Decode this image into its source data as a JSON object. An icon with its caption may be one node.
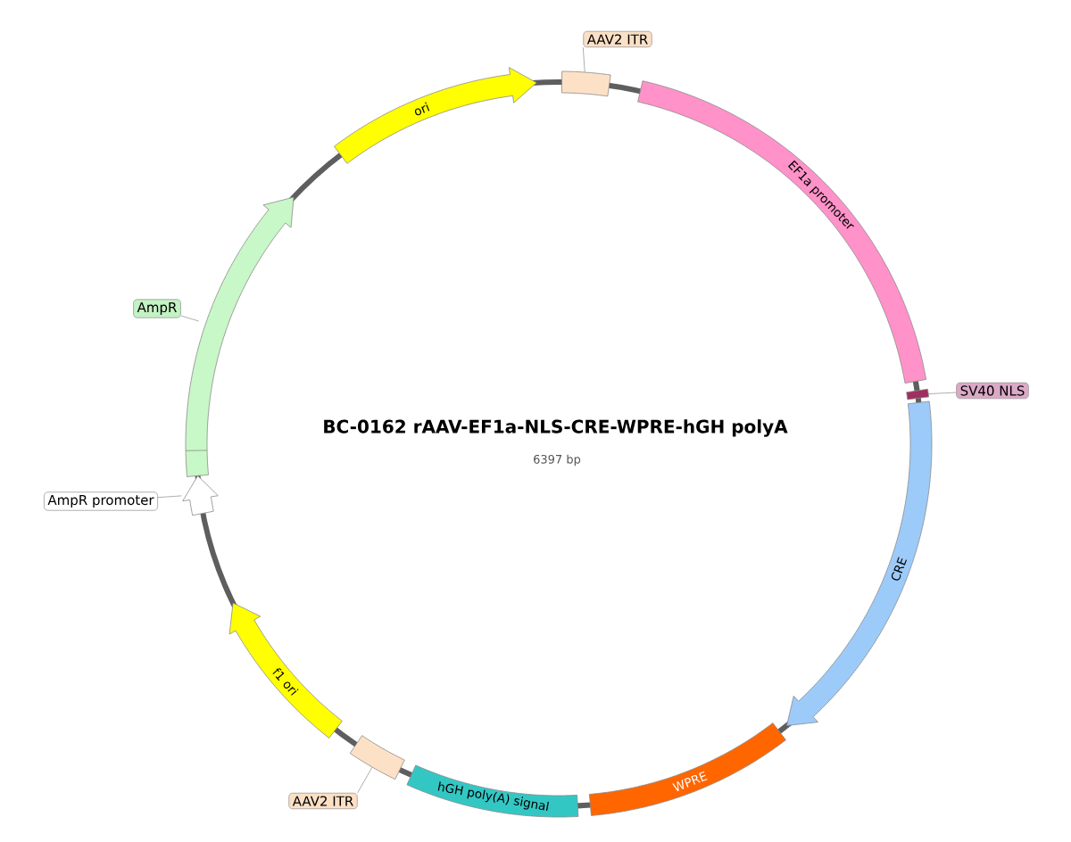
{
  "diagram": {
    "title": "BC-0162 rAAV-EF1a-NLS-CRE-WPRE-hGH polyA",
    "nodes": [
      {
        "text": [
          "AAV2 ITR"
        ]
      },
      {
        "text": [],
        "shape": "box"
      },
      {
        "text": [
          "EF1a promoter"
        ]
      },
      {
        "text": [
          "SV40 NLS"
        ]
      },
      {
        "text": [],
        "shape": "box"
      },
      {
        "text": [
          "CRE"
        ]
      },
      {
        "text": [
          "WPRE"
        ]
      },
      {
        "text": [
          "hGH poly(A) signal"
        ]
      },
      {
        "text": [
          "AAV2 ITR"
        ]
      },
      {
        "text": [],
        "shape": "box"
      },
      {
        "text": [
          "f1 ori"
        ]
      },
      {
        "text": [
          "AmpR promoter"
        ]
      },
      {
        "text": [],
        "shape": "arrow"
      },
      {
        "text": [
          "AmpR"
        ]
      },
      {
        "text": [],
        "shape": "arrow"
      },
      {
        "text": [
          "ori"
        ]
      }
    ],
    "edges": [
      {
        "from": 0,
        "to": 1,
        "arrow": "none"
      },
      {
        "from": 3,
        "to": 4,
        "arrow": "none"
      },
      {
        "from": 8,
        "to": 9,
        "arrow": "none"
      },
      {
        "from": 11,
        "to": 12,
        "arrow": "none"
      },
      {
        "from": 13,
        "to": 14,
        "arrow": "none"
      }
    ],
    "labels": [
      "6397 bp"
    ]
  }
}
